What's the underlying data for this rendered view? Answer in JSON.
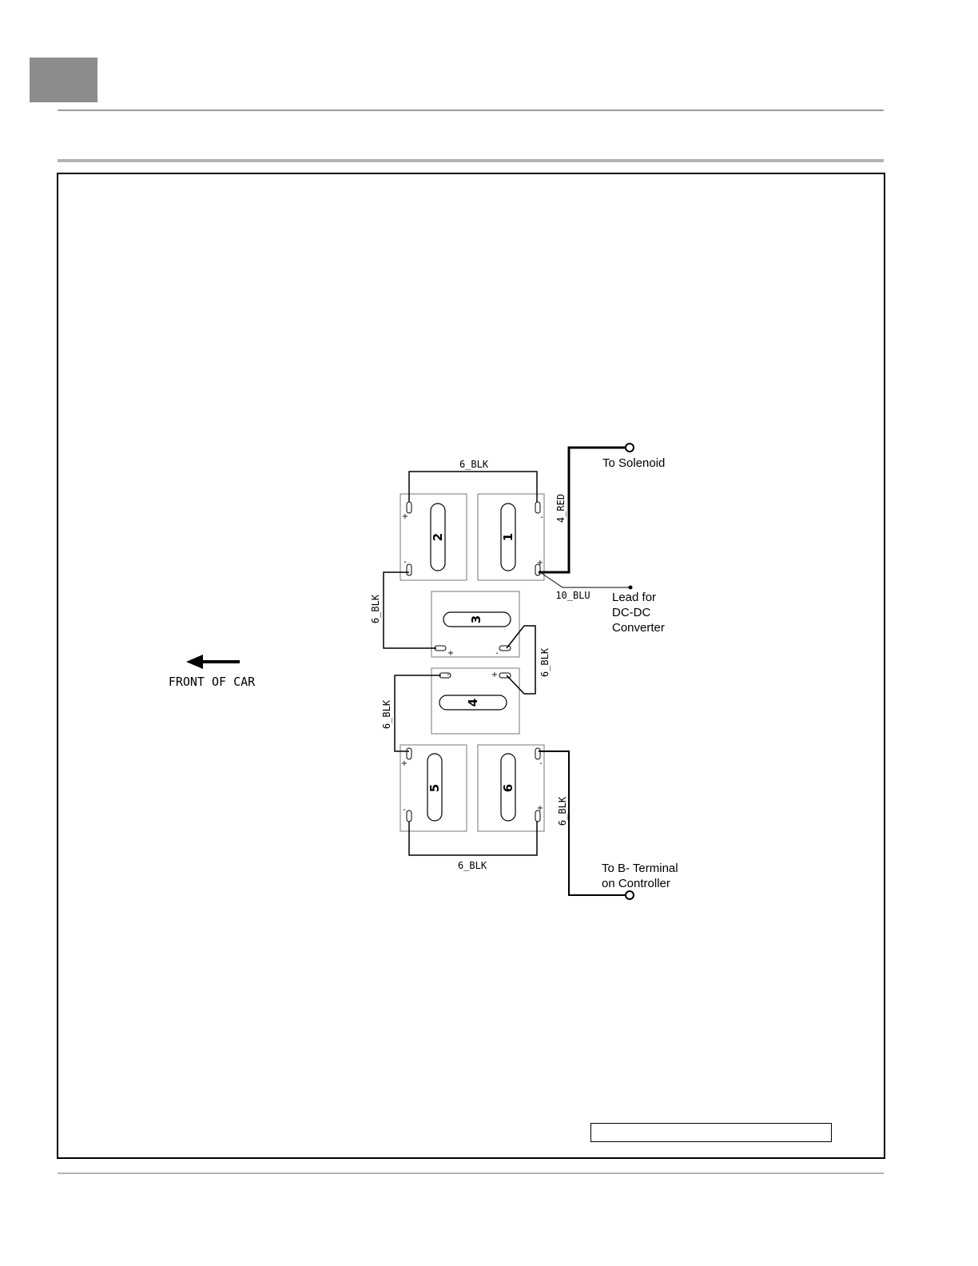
{
  "diagram": {
    "front_label": "FRONT OF CAR",
    "batteries": [
      "1",
      "2",
      "3",
      "4",
      "5",
      "6"
    ],
    "wires": {
      "w_2_1_top": "6_BLK",
      "w_1_solenoid": "4_RED",
      "w_2_3": "6_BLK",
      "w_dcdc": "10_BLU",
      "w_3_4": "6_BLK",
      "w_4_5": "6_BLK",
      "w_5_6_bottom": "6_BLK",
      "w_6_controller": "6_BLK"
    },
    "callouts": {
      "solenoid": "To Solenoid",
      "dcdc_line1": "Lead for",
      "dcdc_line2": "DC-DC",
      "dcdc_line3": "Converter",
      "controller_line1": "To B- Terminal",
      "controller_line2": "on Controller"
    },
    "polarity": {
      "plus": "+",
      "minus": "-"
    }
  }
}
